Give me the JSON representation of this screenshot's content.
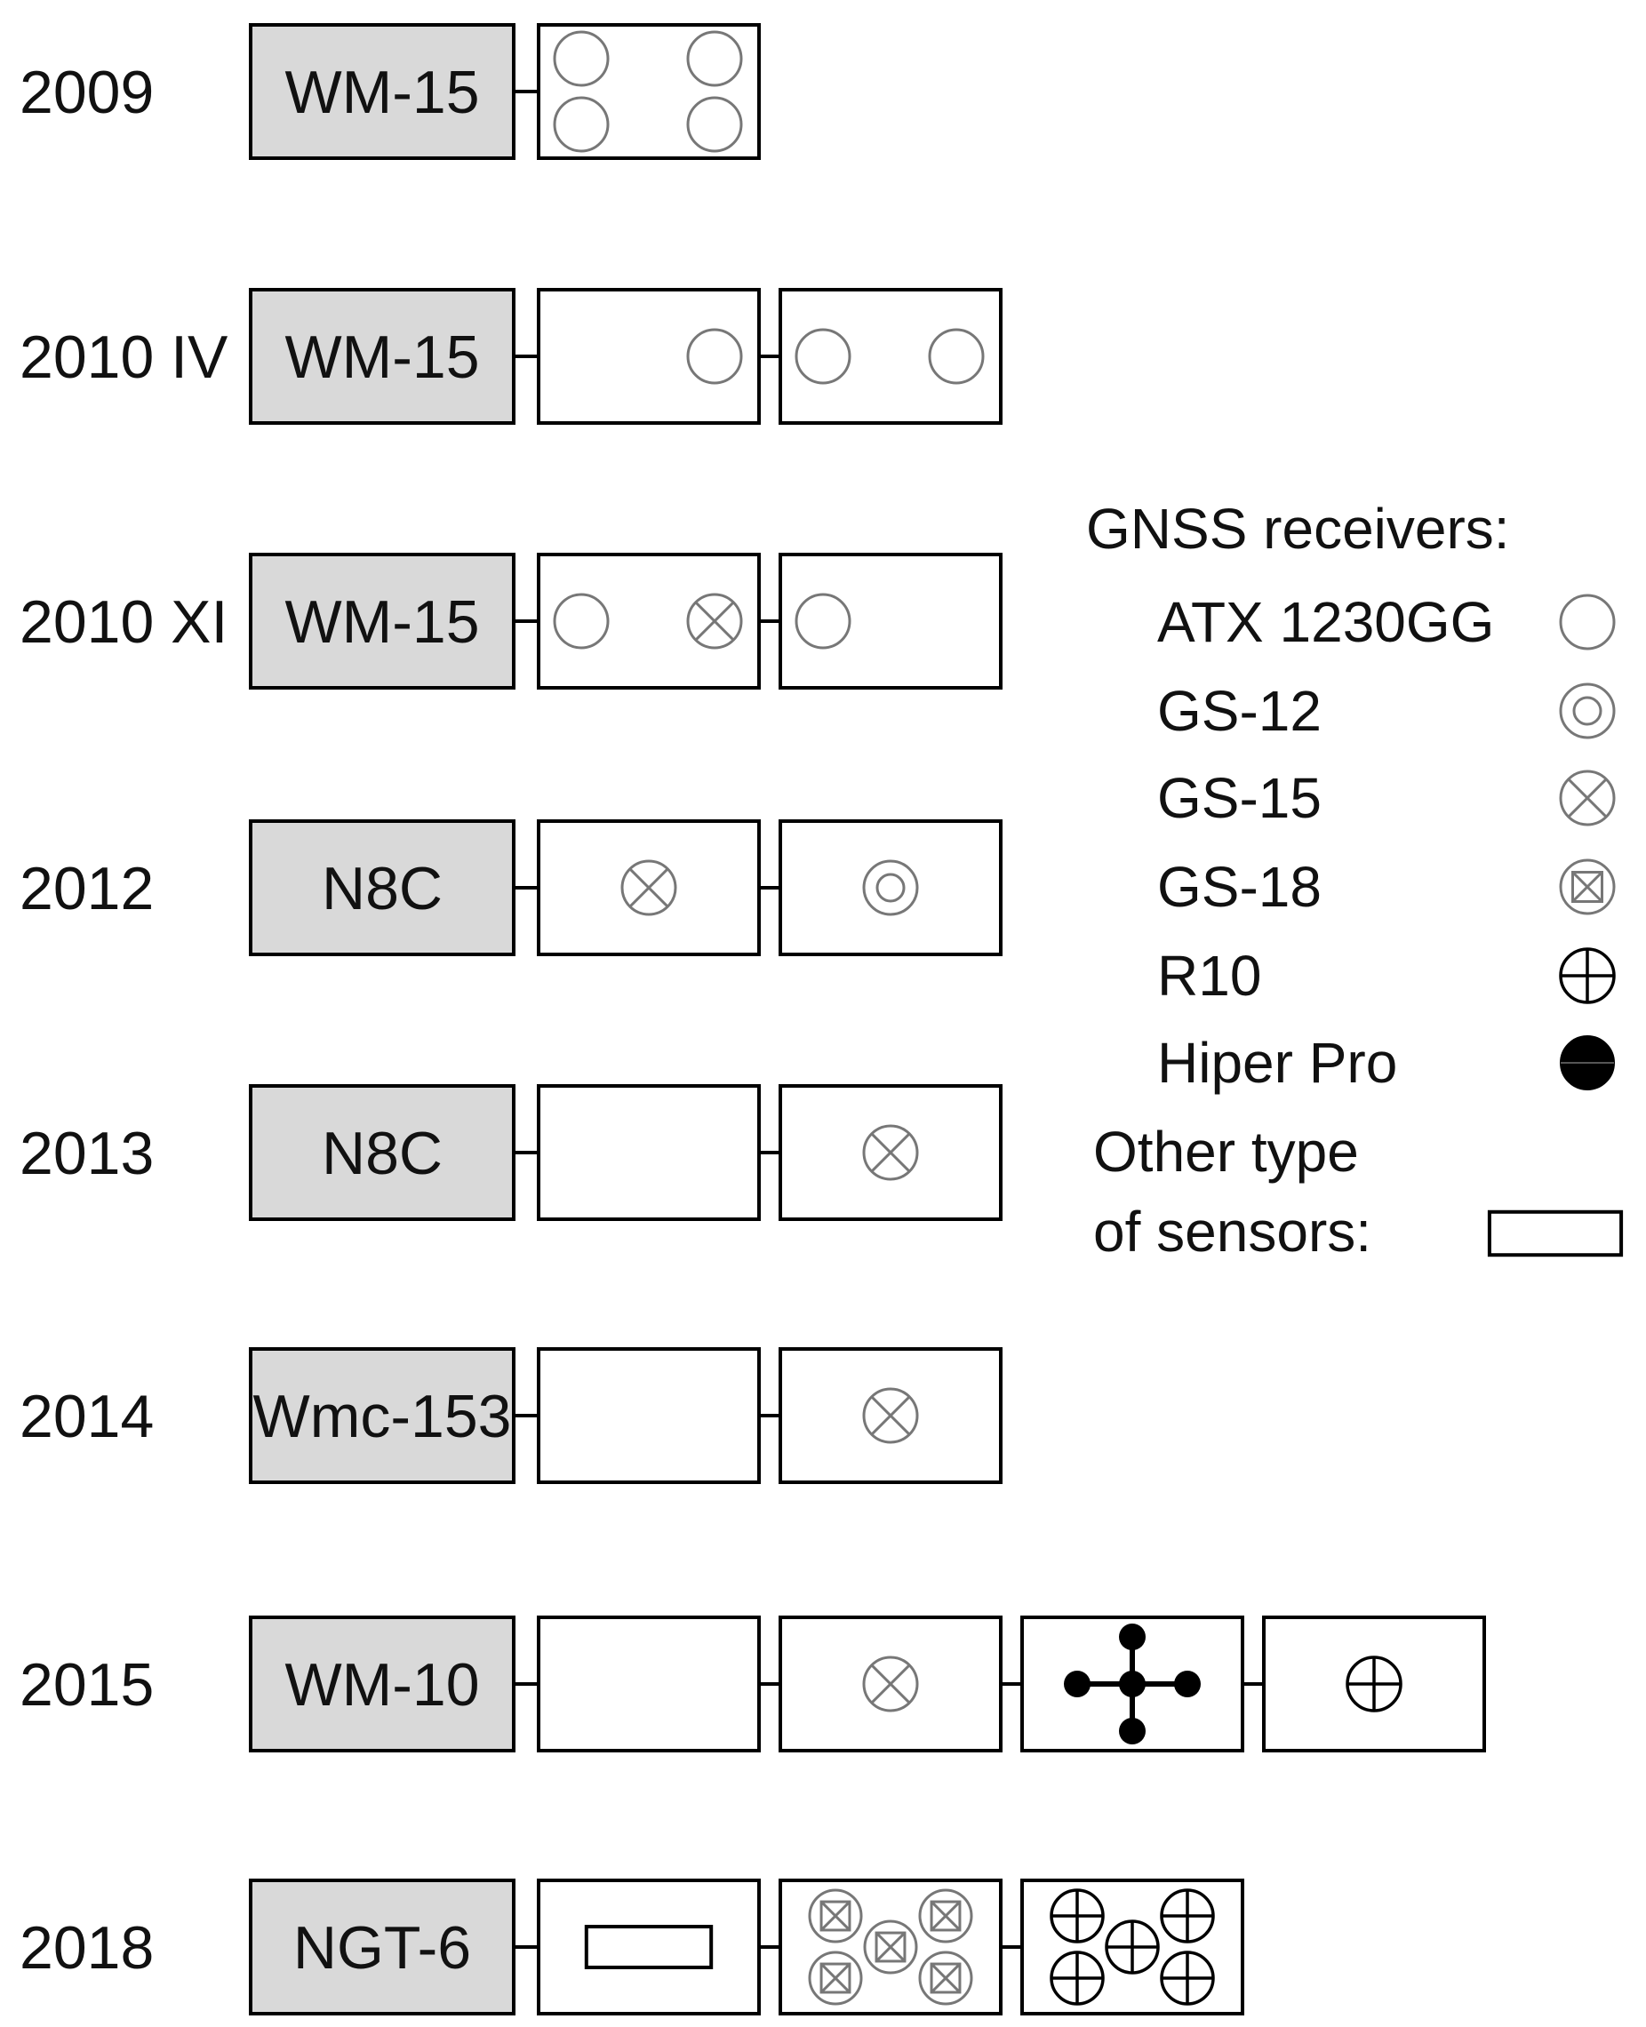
{
  "colors": {
    "instrument_fill": "#d9d9d9",
    "stroke": "#000000",
    "symbol_stroke": "#777777",
    "symbol_fill": "#000000"
  },
  "rows": [
    {
      "year": "2009",
      "instrument": "WM-15",
      "boxes": [
        {
          "symbols": [
            "atx",
            "atx",
            "atx",
            "atx"
          ],
          "layout": "quad"
        }
      ]
    },
    {
      "year": "2010 IV",
      "instrument": "WM-15",
      "boxes": [
        {
          "symbols": [
            "atx"
          ],
          "layout": "right"
        },
        {
          "symbols": [
            "atx",
            "atx"
          ],
          "layout": "ends"
        }
      ]
    },
    {
      "year": "2010 XI",
      "instrument": "WM-15",
      "boxes": [
        {
          "symbols": [
            "atx",
            "gs15"
          ],
          "layout": "ends"
        },
        {
          "symbols": [
            "atx"
          ],
          "layout": "left"
        }
      ]
    },
    {
      "year": "2012",
      "instrument": "N8C",
      "boxes": [
        {
          "symbols": [
            "gs15"
          ],
          "layout": "center"
        },
        {
          "symbols": [
            "gs12"
          ],
          "layout": "center"
        }
      ]
    },
    {
      "year": "2013",
      "instrument": "N8C",
      "boxes": [
        {
          "symbols": [],
          "layout": "none"
        },
        {
          "symbols": [
            "gs15"
          ],
          "layout": "center"
        }
      ]
    },
    {
      "year": "2014",
      "instrument": "Wmc-153",
      "boxes": [
        {
          "symbols": [],
          "layout": "none"
        },
        {
          "symbols": [
            "gs15"
          ],
          "layout": "center"
        }
      ]
    },
    {
      "year": "2015",
      "instrument": "WM-10",
      "boxes": [
        {
          "symbols": [],
          "layout": "none"
        },
        {
          "symbols": [
            "gs15"
          ],
          "layout": "center"
        },
        {
          "symbols": [
            "hiper"
          ],
          "layout": "cross"
        },
        {
          "symbols": [
            "r10"
          ],
          "layout": "center"
        }
      ]
    },
    {
      "year": "2018",
      "instrument": "NGT-6",
      "boxes": [
        {
          "symbols": [
            "sensor"
          ],
          "layout": "center"
        },
        {
          "symbols": [
            "gs18",
            "gs18",
            "gs18",
            "gs18",
            "gs18"
          ],
          "layout": "five"
        },
        {
          "symbols": [
            "r10",
            "r10",
            "r10",
            "r10",
            "r10"
          ],
          "layout": "five"
        }
      ]
    }
  ],
  "legend": {
    "title": "GNSS receivers:",
    "items": [
      {
        "label": "ATX 1230GG",
        "symbol": "atx"
      },
      {
        "label": "GS-12",
        "symbol": "gs12"
      },
      {
        "label": "GS-15",
        "symbol": "gs15"
      },
      {
        "label": "GS-18",
        "symbol": "gs18"
      },
      {
        "label": "R10",
        "symbol": "r10"
      },
      {
        "label": "Hiper Pro",
        "symbol": "hiper"
      }
    ],
    "other_line1": "Other type",
    "other_line2": "of sensors:",
    "other_symbol": "sensor"
  }
}
